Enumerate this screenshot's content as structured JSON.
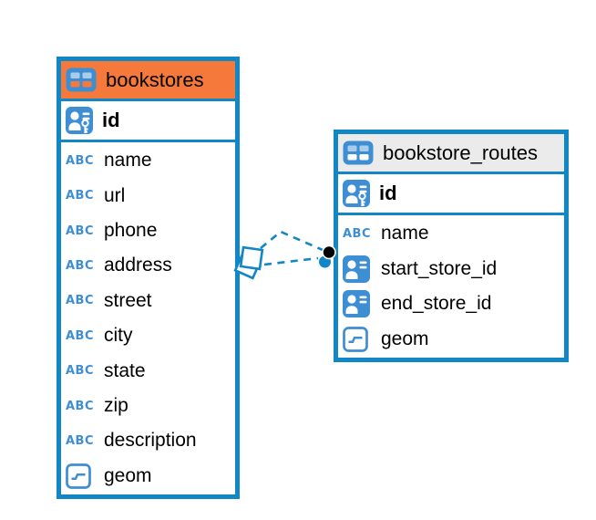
{
  "diagram": {
    "type": "entity-relationship-diagram",
    "canvas_background": "#FFFFFF",
    "tables": [
      {
        "name": "bookstores",
        "header_color": "#F5793B",
        "icon": "table-icon",
        "icon_cell_color": "#F5793B",
        "primary_key": {
          "name": "id",
          "icon": "user-key-icon"
        },
        "columns": [
          {
            "name": "name",
            "icon": "abc-icon"
          },
          {
            "name": "url",
            "icon": "abc-icon"
          },
          {
            "name": "phone",
            "icon": "abc-icon"
          },
          {
            "name": "address",
            "icon": "abc-icon"
          },
          {
            "name": "street",
            "icon": "abc-icon"
          },
          {
            "name": "city",
            "icon": "abc-icon"
          },
          {
            "name": "state",
            "icon": "abc-icon"
          },
          {
            "name": "zip",
            "icon": "abc-icon"
          },
          {
            "name": "description",
            "icon": "abc-icon"
          },
          {
            "name": "geom",
            "icon": "geometry-icon"
          }
        ]
      },
      {
        "name": "bookstore_routes",
        "header_color": "#EBEBEB",
        "icon": "table-icon",
        "icon_cell_color": "#FFFFFF",
        "primary_key": {
          "name": "id",
          "icon": "user-key-icon"
        },
        "columns": [
          {
            "name": "name",
            "icon": "abc-icon"
          },
          {
            "name": "start_store_id",
            "icon": "user-icon"
          },
          {
            "name": "end_store_id",
            "icon": "user-icon"
          },
          {
            "name": "geom",
            "icon": "geometry-icon"
          }
        ]
      }
    ],
    "relationships": [
      {
        "from_table": "bookstores",
        "to_table": "bookstore_routes",
        "style": "dashed",
        "route": "elbow-up",
        "from_marker": "stacked-squares",
        "to_marker": "dot"
      },
      {
        "from_table": "bookstores",
        "to_table": "bookstore_routes",
        "style": "dashed",
        "route": "straight",
        "from_marker": "stacked-squares",
        "to_marker": "dot"
      }
    ],
    "colors": {
      "table_border": "#1287C6",
      "icon_blue": "#3E8ED3",
      "icon_cell_light": "#A9CCEC",
      "relationship_line": "#1287C6",
      "endpoint_dot_black": "#000000",
      "endpoint_dot_blue": "#1287C6",
      "text": "#000000"
    }
  }
}
